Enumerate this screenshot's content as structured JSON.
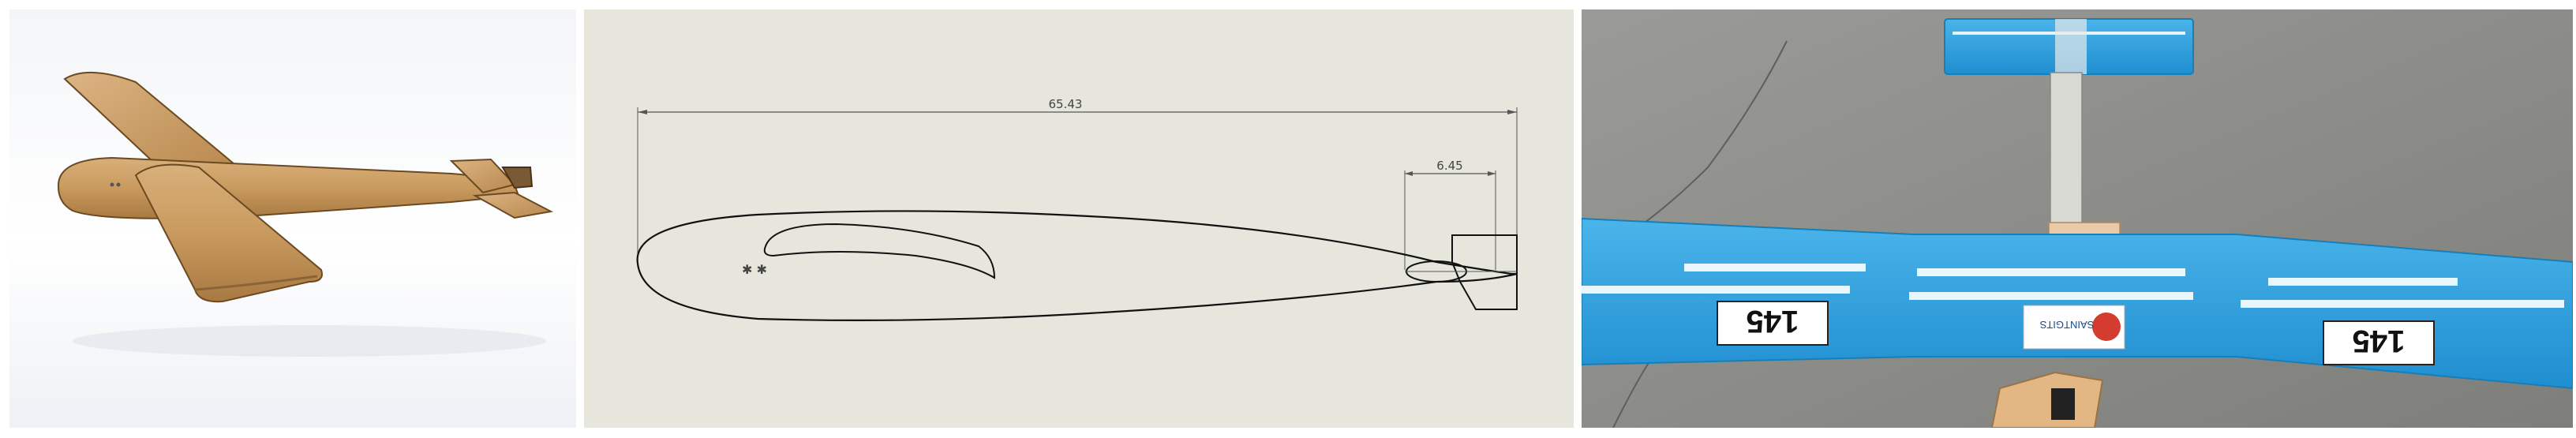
{
  "panels": {
    "cad_render": {
      "icon": "glider-3d-model-icon"
    },
    "profile_drawing": {
      "dimension_total": "65.43",
      "dimension_tail": "6.45"
    },
    "photo": {
      "wing_number_left": "145",
      "wing_number_right": "145",
      "sponsor_logo_text": "SAINTGITS"
    }
  }
}
